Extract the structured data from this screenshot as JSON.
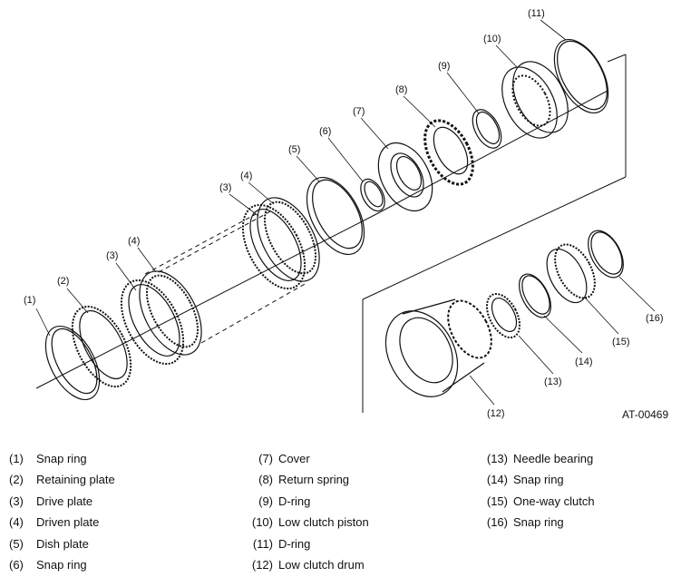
{
  "figure": {
    "id": "AT-00469",
    "callouts": [
      "(1)",
      "(2)",
      "(3)",
      "(4)",
      "(3)",
      "(4)",
      "(5)",
      "(6)",
      "(7)",
      "(8)",
      "(9)",
      "(10)",
      "(11)",
      "(12)",
      "(13)",
      "(14)",
      "(15)",
      "(16)"
    ]
  },
  "legend": {
    "col1": [
      {
        "num": "(1)",
        "name": "Snap ring"
      },
      {
        "num": "(2)",
        "name": "Retaining plate"
      },
      {
        "num": "(3)",
        "name": "Drive plate"
      },
      {
        "num": "(4)",
        "name": "Driven plate"
      },
      {
        "num": "(5)",
        "name": "Dish plate"
      },
      {
        "num": "(6)",
        "name": "Snap ring"
      }
    ],
    "col2": [
      {
        "num": "(7)",
        "name": "Cover"
      },
      {
        "num": "(8)",
        "name": "Return spring"
      },
      {
        "num": "(9)",
        "name": "D-ring"
      },
      {
        "num": "(10)",
        "name": "Low clutch piston"
      },
      {
        "num": "(11)",
        "name": "D-ring"
      },
      {
        "num": "(12)",
        "name": "Low clutch drum"
      }
    ],
    "col3": [
      {
        "num": "(13)",
        "name": "Needle bearing"
      },
      {
        "num": "(14)",
        "name": "Snap ring"
      },
      {
        "num": "(15)",
        "name": "One-way clutch"
      },
      {
        "num": "(16)",
        "name": "Snap ring"
      }
    ]
  }
}
